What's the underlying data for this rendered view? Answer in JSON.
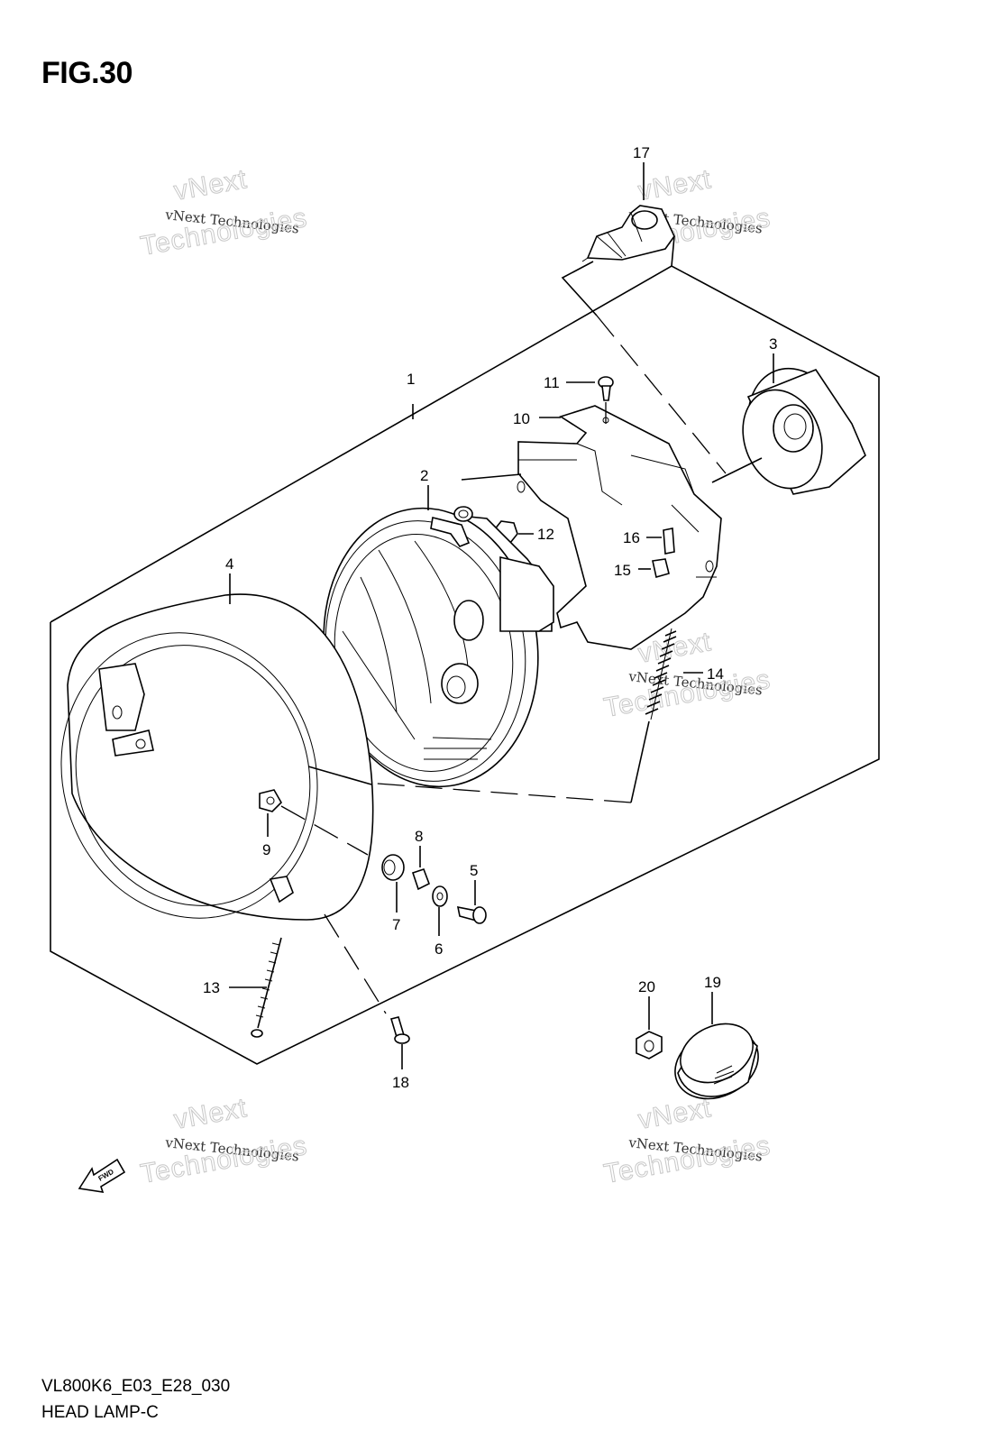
{
  "figure": {
    "title": "FIG.30",
    "model_code": "VL800K6_E03_E28_030",
    "section_name": "HEAD LAMP-C"
  },
  "callouts": [
    "1",
    "2",
    "3",
    "4",
    "5",
    "6",
    "7",
    "8",
    "9",
    "10",
    "11",
    "12",
    "13",
    "14",
    "15",
    "16",
    "17",
    "18",
    "19",
    "20"
  ],
  "watermark": {
    "line1": "vNext Technologies",
    "brand_a": "vNext",
    "brand_b": "Technologies"
  },
  "fwd_label": "FWD",
  "colors": {
    "line": "#000000",
    "watermark": "#c8c8c8",
    "background": "#ffffff"
  }
}
